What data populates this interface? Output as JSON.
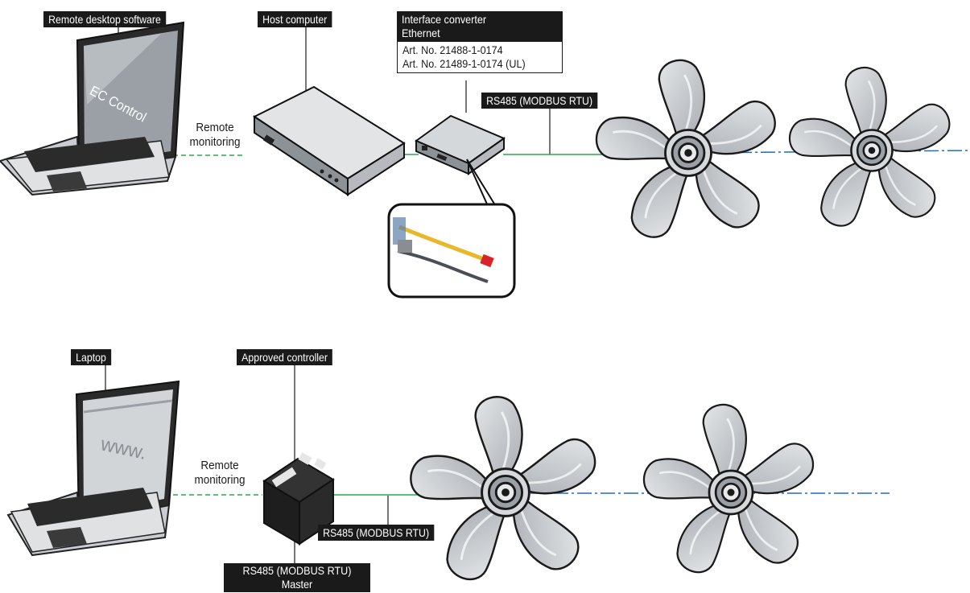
{
  "top": {
    "laptop_label": "Remote desktop software",
    "screen_text": "EC Control",
    "host_label": "Host computer",
    "converter_title_1": "Interface converter",
    "converter_title_2": "Ethernet",
    "art_no_1": "Art. No. 21488-1-0174",
    "art_no_2": "Art. No. 21489-1-0174 (UL)",
    "remote_1": "Remote",
    "remote_2": "monitoring",
    "bus_label": "RS485 (MODBUS RTU)"
  },
  "bottom": {
    "laptop_label": "Laptop",
    "screen_text": "www.",
    "controller_label": "Approved controller",
    "remote_1": "Remote",
    "remote_2": "monitoring",
    "bus_label": "RS485 (MODBUS RTU)",
    "master_label_1": "RS485 (MODBUS RTU)",
    "master_label_2": "Master"
  },
  "colors": {
    "label_bg": "#1a1a1a",
    "green_link": "#2aa84a",
    "blue_axis": "#1f6fb2",
    "fan_fill": "#c9cdd1"
  },
  "icons": {
    "laptop": "laptop-icon",
    "host": "host-computer-icon",
    "converter": "interface-converter-icon",
    "controller": "controller-icon",
    "fan": "fan-icon",
    "cable": "ethernet-cable-icon"
  }
}
